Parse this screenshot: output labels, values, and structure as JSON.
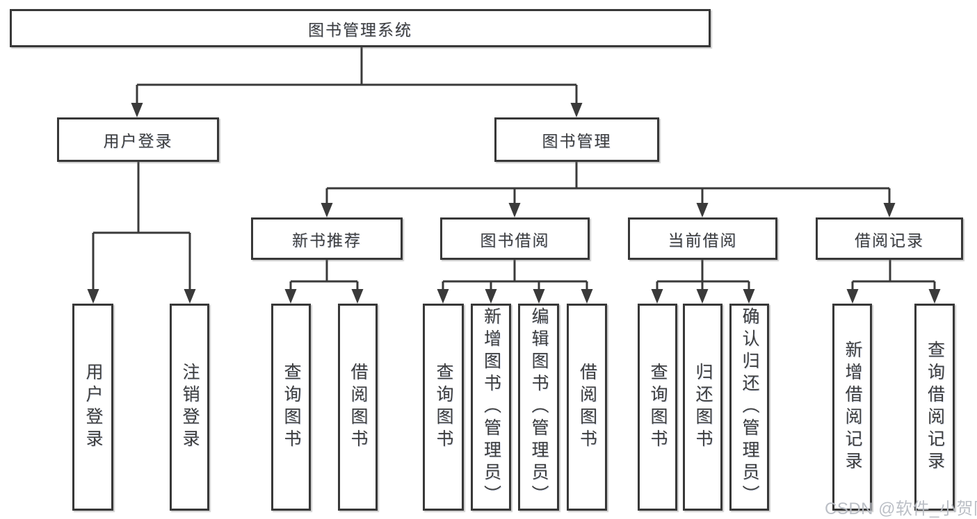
{
  "nodes": {
    "root": "图书管理系统",
    "user_login": "用户登录",
    "book_management": "图书管理",
    "new_book_recommend": "新书推荐",
    "book_borrowing": "图书借阅",
    "current_borrowing": "当前借阅",
    "borrowing_records": "借阅记录",
    "leaf_user_login": "用户登录",
    "leaf_logout_login": "注销登录",
    "leaf_query_books_recommend": "查询图书",
    "leaf_borrow_books_recommend": "借阅图书",
    "leaf_query_books_borrowing": "查询图书",
    "leaf_add_books_admin": "新增图书（管理员）",
    "leaf_edit_books_admin": "编辑图书（管理员）",
    "leaf_borrow_books_borrowing": "借阅图书",
    "leaf_query_books_current": "查询图书",
    "leaf_return_books": "归还图书",
    "leaf_confirm_return_admin": "确认归还（管理员）",
    "leaf_add_borrow_record": "新增借阅记录",
    "leaf_query_borrow_record": "查询借阅记录"
  },
  "hierarchy": {
    "label": "图书管理系统",
    "children": [
      {
        "label": "用户登录",
        "children": [
          {
            "label": "用户登录"
          },
          {
            "label": "注销登录"
          }
        ]
      },
      {
        "label": "图书管理",
        "children": [
          {
            "label": "新书推荐",
            "children": [
              {
                "label": "查询图书"
              },
              {
                "label": "借阅图书"
              }
            ]
          },
          {
            "label": "图书借阅",
            "children": [
              {
                "label": "查询图书"
              },
              {
                "label": "新增图书（管理员）"
              },
              {
                "label": "编辑图书（管理员）"
              },
              {
                "label": "借阅图书"
              }
            ]
          },
          {
            "label": "当前借阅",
            "children": [
              {
                "label": "查询图书"
              },
              {
                "label": "归还图书"
              },
              {
                "label": "确认归还（管理员）"
              }
            ]
          },
          {
            "label": "借阅记录",
            "children": [
              {
                "label": "新增借阅记录"
              },
              {
                "label": "查询借阅记录"
              }
            ]
          }
        ]
      }
    ]
  },
  "watermark": "CSDN @软件_小贺同学",
  "colors": {
    "line": "#3a3a3a",
    "box_border": "#383838",
    "text": "#3d3d3d",
    "background": "#ffffff",
    "watermark": "#b8bcc3"
  }
}
